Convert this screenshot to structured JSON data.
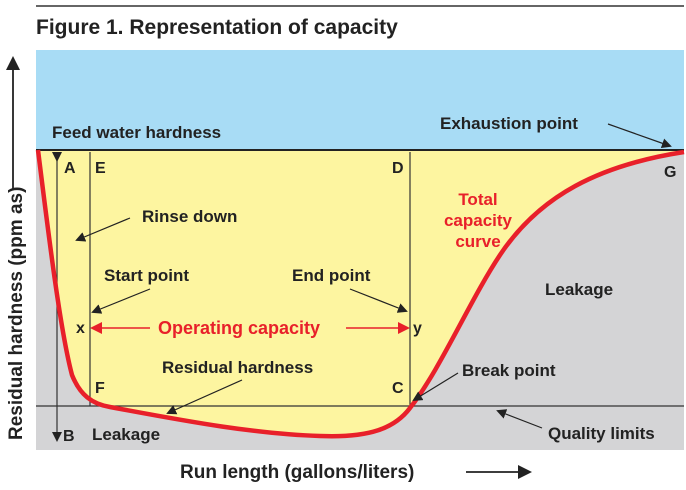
{
  "title": "Figure 1. Representation of capacity",
  "axes": {
    "y_label": "Residual hardness (ppm as)",
    "x_label": "Run length (gallons/liters)"
  },
  "labels": {
    "feed_water_hardness": "Feed water hardness",
    "exhaustion_point": "Exhaustion point",
    "rinse_down": "Rinse down",
    "start_point": "Start point",
    "end_point": "End point",
    "operating_capacity": "Operating capacity",
    "residual_hardness": "Residual hardness",
    "total_capacity_curve": [
      "Total",
      "capacity",
      "curve"
    ],
    "leakage_right": "Leakage",
    "leakage_bottom": "Leakage",
    "break_point": "Break point",
    "quality_limits": "Quality limits"
  },
  "points": {
    "A": "A",
    "B": "B",
    "C": "C",
    "D": "D",
    "E": "E",
    "F": "F",
    "G": "G",
    "x": "x",
    "y": "y"
  },
  "colors": {
    "feed_zone": "#a8dcf5",
    "capacity_zone": "#fdf5a0",
    "leakage_zone": "#d4d4d6",
    "curve": "#e8202a",
    "text": "#222222",
    "accent_text": "#e8202a"
  }
}
